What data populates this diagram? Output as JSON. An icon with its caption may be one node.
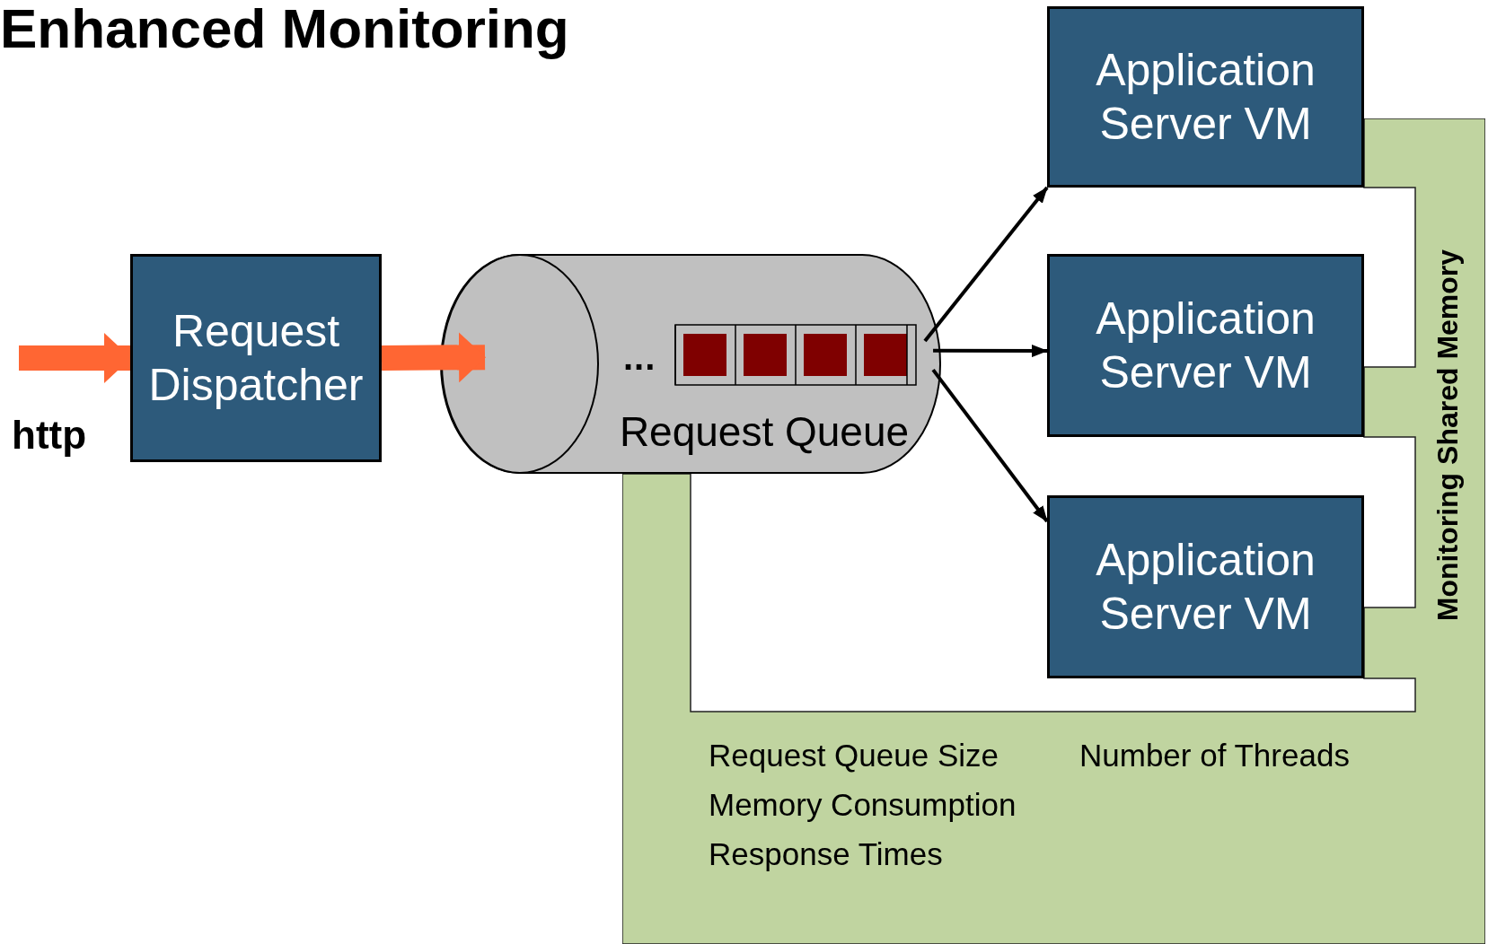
{
  "diagram": {
    "title": "Enhanced Monitoring",
    "nodes": [
      {
        "text": [
          "Request Dispatcher"
        ]
      },
      {
        "text": [
          "Request Queue"
        ]
      },
      {
        "text": [
          "Application Server VM"
        ]
      },
      {
        "text": [
          "Application Server VM"
        ]
      },
      {
        "text": [
          "Application Server VM"
        ]
      },
      {
        "text": [
          "Monitoring Shared Memory"
        ]
      }
    ],
    "edges": [
      {
        "from": null,
        "to": 0,
        "arrow": "to",
        "style": "thick",
        "color": "#ff6633"
      },
      {
        "from": 0,
        "to": 1,
        "arrow": "to",
        "style": "thick",
        "color": "#ff6633"
      },
      {
        "from": 1,
        "to": 2,
        "arrow": "to"
      },
      {
        "from": 1,
        "to": 3,
        "arrow": "to"
      },
      {
        "from": 1,
        "to": 4,
        "arrow": "to"
      }
    ],
    "labels": [
      "http",
      "...",
      "Request Queue Size",
      "Number of Threads",
      "Memory Consumption",
      "Response Times"
    ]
  }
}
